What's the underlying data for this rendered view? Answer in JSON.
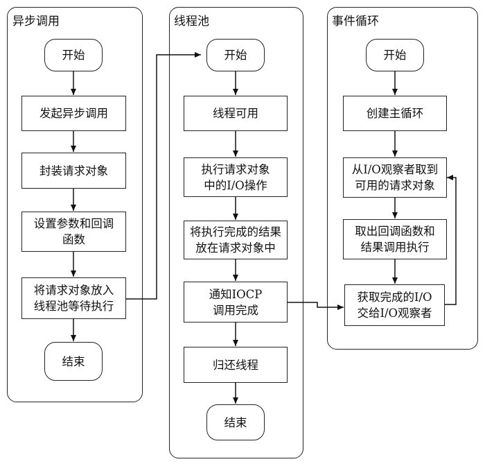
{
  "lanes": {
    "async_call": {
      "title": "异步调用",
      "nodes": [
        {
          "id": "a_start",
          "label": "开始"
        },
        {
          "id": "a_initiate",
          "label": "发起异步调用"
        },
        {
          "id": "a_wrap",
          "label": "封装请求对象"
        },
        {
          "id": "a_setparams",
          "label": "设置参数和回调\n函数"
        },
        {
          "id": "a_enqueue",
          "label": "将请求对象放入\n线程池等待执行"
        },
        {
          "id": "a_end",
          "label": "结束"
        }
      ]
    },
    "thread_pool": {
      "title": "线程池",
      "nodes": [
        {
          "id": "t_start",
          "label": "开始"
        },
        {
          "id": "t_available",
          "label": "线程可用"
        },
        {
          "id": "t_exec",
          "label": "执行请求对象\n中的I/O操作"
        },
        {
          "id": "t_store",
          "label": "将执行完成的结果\n放在请求对象中"
        },
        {
          "id": "t_notify",
          "label": "通知IOCP\n调用完成"
        },
        {
          "id": "t_return",
          "label": "归还线程"
        },
        {
          "id": "t_end",
          "label": "结束"
        }
      ]
    },
    "event_loop": {
      "title": "事件循环",
      "nodes": [
        {
          "id": "e_start",
          "label": "开始"
        },
        {
          "id": "e_create",
          "label": "创建主循环"
        },
        {
          "id": "e_fetch",
          "label": "从I/O观察者取到\n可用的请求对象"
        },
        {
          "id": "e_callback",
          "label": "取出回调函数和\n结果调用执行"
        },
        {
          "id": "e_get",
          "label": "获取完成的I/O\n交给I/O观察者"
        }
      ]
    }
  }
}
